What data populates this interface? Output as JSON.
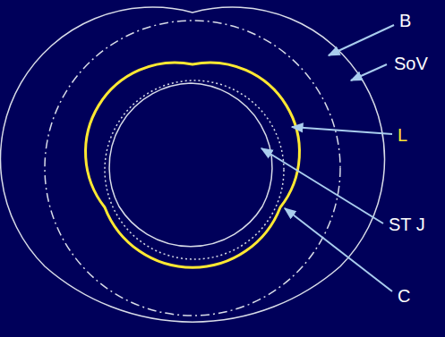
{
  "diagram": {
    "labels": [
      "B",
      "SoV",
      "L",
      "ST J",
      "C"
    ]
  }
}
